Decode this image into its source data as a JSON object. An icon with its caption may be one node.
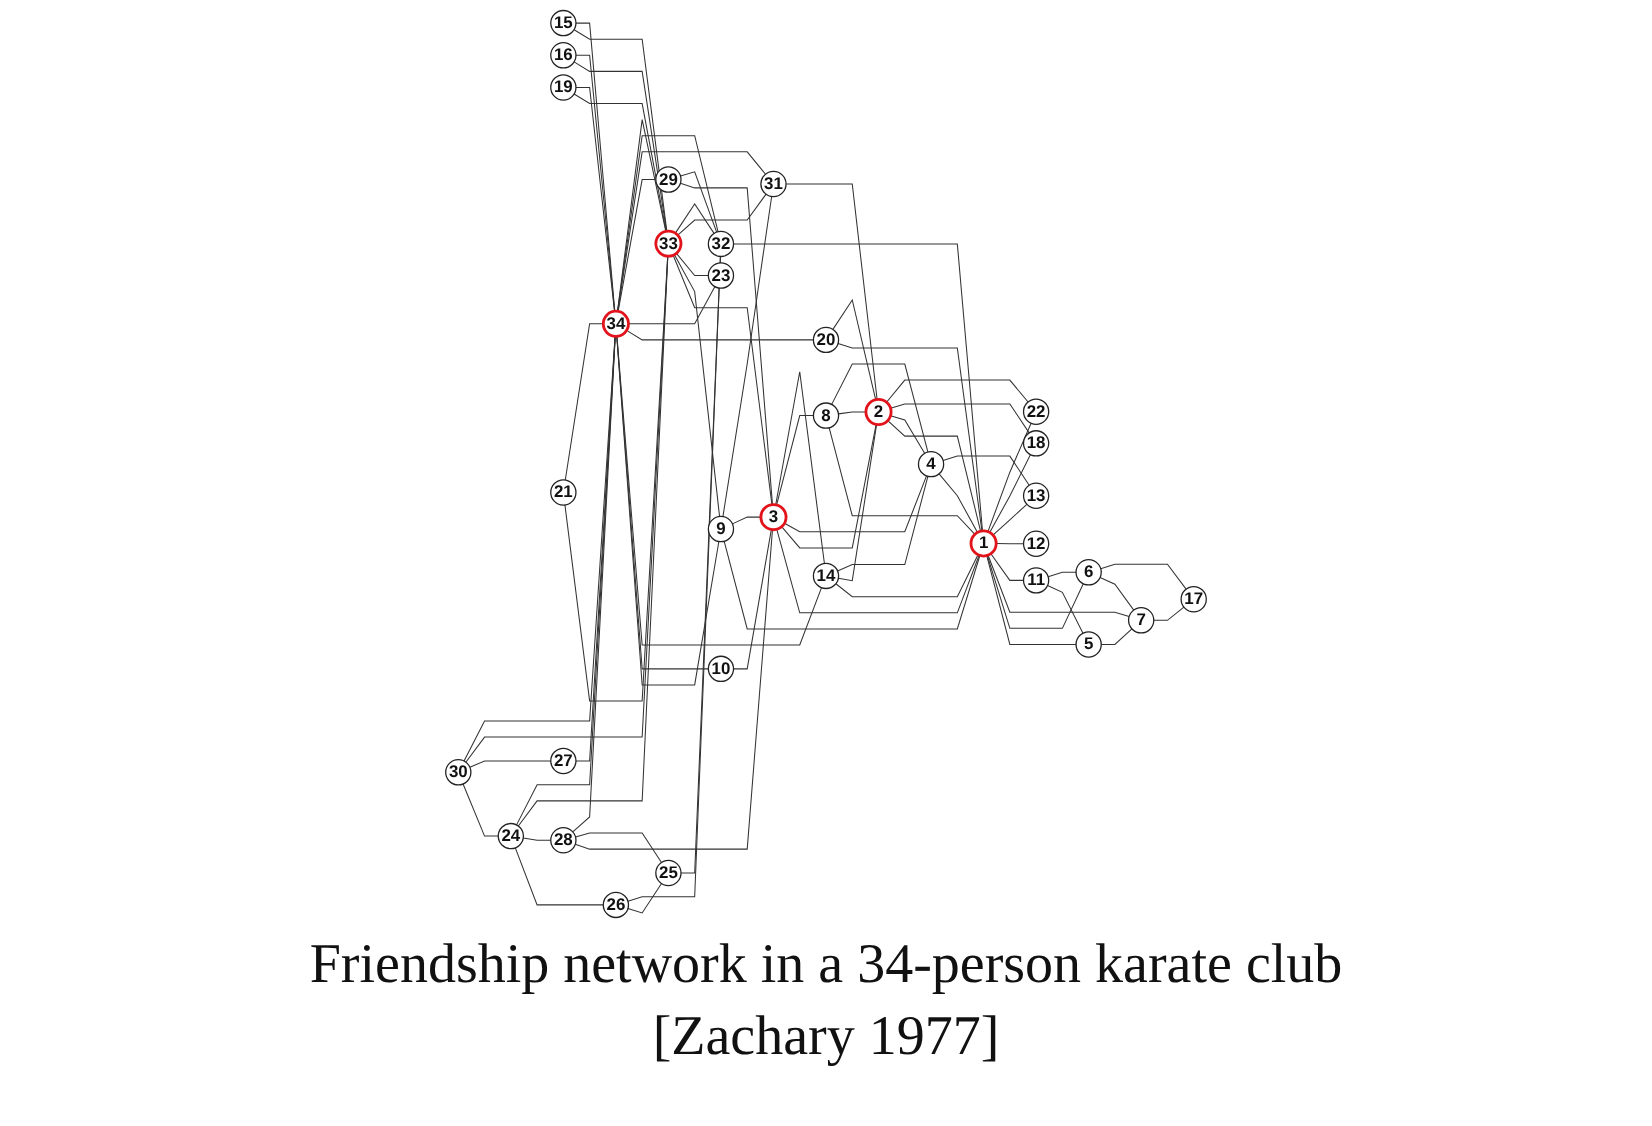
{
  "diagram": {
    "caption": "Friendship network in a 34-person karate club [Zachary 1977]",
    "nodes": [
      {
        "text": [
          "1"
        ]
      },
      {
        "text": [
          "2"
        ]
      },
      {
        "text": [
          "3"
        ]
      },
      {
        "text": [
          "4"
        ]
      },
      {
        "text": [
          "5"
        ]
      },
      {
        "text": [
          "6"
        ]
      },
      {
        "text": [
          "7"
        ]
      },
      {
        "text": [
          "8"
        ]
      },
      {
        "text": [
          "9"
        ]
      },
      {
        "text": [
          "10"
        ]
      },
      {
        "text": [
          "11"
        ]
      },
      {
        "text": [
          "12"
        ]
      },
      {
        "text": [
          "13"
        ]
      },
      {
        "text": [
          "14"
        ]
      },
      {
        "text": [
          "15"
        ]
      },
      {
        "text": [
          "16"
        ]
      },
      {
        "text": [
          "17"
        ]
      },
      {
        "text": [
          "18"
        ]
      },
      {
        "text": [
          "19"
        ]
      },
      {
        "text": [
          "20"
        ]
      },
      {
        "text": [
          "21"
        ]
      },
      {
        "text": [
          "22"
        ]
      },
      {
        "text": [
          "23"
        ]
      },
      {
        "text": [
          "24"
        ]
      },
      {
        "text": [
          "25"
        ]
      },
      {
        "text": [
          "26"
        ]
      },
      {
        "text": [
          "27"
        ]
      },
      {
        "text": [
          "28"
        ]
      },
      {
        "text": [
          "29"
        ]
      },
      {
        "text": [
          "30"
        ]
      },
      {
        "text": [
          "31"
        ]
      },
      {
        "text": [
          "32"
        ]
      },
      {
        "text": [
          "33"
        ]
      },
      {
        "text": [
          "34"
        ]
      }
    ],
    "edges": [
      {
        "from": 1,
        "to": 0,
        "arrow": "none"
      },
      {
        "from": 2,
        "to": 0,
        "arrow": "none"
      },
      {
        "from": 3,
        "to": 0,
        "arrow": "none"
      },
      {
        "from": 0,
        "to": 4,
        "arrow": "none"
      },
      {
        "from": 0,
        "to": 5,
        "arrow": "none"
      },
      {
        "from": 0,
        "to": 6,
        "arrow": "none"
      },
      {
        "from": 7,
        "to": 0,
        "arrow": "none"
      },
      {
        "from": 8,
        "to": 0,
        "arrow": "none"
      },
      {
        "from": 0,
        "to": 10,
        "arrow": "none"
      },
      {
        "from": 0,
        "to": 11,
        "arrow": "none"
      },
      {
        "from": 0,
        "to": 12,
        "arrow": "none"
      },
      {
        "from": 13,
        "to": 0,
        "arrow": "none"
      },
      {
        "from": 0,
        "to": 17,
        "arrow": "none"
      },
      {
        "from": 19,
        "to": 0,
        "arrow": "none"
      },
      {
        "from": 0,
        "to": 21,
        "arrow": "none"
      },
      {
        "from": 31,
        "to": 0,
        "arrow": "none"
      },
      {
        "from": 2,
        "to": 1,
        "arrow": "none"
      },
      {
        "from": 1,
        "to": 3,
        "arrow": "none"
      },
      {
        "from": 7,
        "to": 1,
        "arrow": "none"
      },
      {
        "from": 13,
        "to": 1,
        "arrow": "none"
      },
      {
        "from": 1,
        "to": 17,
        "arrow": "none"
      },
      {
        "from": 19,
        "to": 1,
        "arrow": "none"
      },
      {
        "from": 1,
        "to": 21,
        "arrow": "none"
      },
      {
        "from": 30,
        "to": 1,
        "arrow": "none"
      },
      {
        "from": 2,
        "to": 3,
        "arrow": "none"
      },
      {
        "from": 2,
        "to": 7,
        "arrow": "none"
      },
      {
        "from": 8,
        "to": 2,
        "arrow": "none"
      },
      {
        "from": 9,
        "to": 2,
        "arrow": "none"
      },
      {
        "from": 2,
        "to": 13,
        "arrow": "none"
      },
      {
        "from": 27,
        "to": 2,
        "arrow": "none"
      },
      {
        "from": 28,
        "to": 2,
        "arrow": "none"
      },
      {
        "from": 32,
        "to": 2,
        "arrow": "none"
      },
      {
        "from": 7,
        "to": 3,
        "arrow": "none"
      },
      {
        "from": 3,
        "to": 12,
        "arrow": "none"
      },
      {
        "from": 13,
        "to": 3,
        "arrow": "none"
      },
      {
        "from": 4,
        "to": 6,
        "arrow": "none"
      },
      {
        "from": 10,
        "to": 4,
        "arrow": "none"
      },
      {
        "from": 5,
        "to": 6,
        "arrow": "none"
      },
      {
        "from": 10,
        "to": 5,
        "arrow": "none"
      },
      {
        "from": 5,
        "to": 16,
        "arrow": "none"
      },
      {
        "from": 6,
        "to": 16,
        "arrow": "none"
      },
      {
        "from": 8,
        "to": 30,
        "arrow": "none"
      },
      {
        "from": 32,
        "to": 8,
        "arrow": "none"
      },
      {
        "from": 33,
        "to": 8,
        "arrow": "none"
      },
      {
        "from": 33,
        "to": 9,
        "arrow": "none"
      },
      {
        "from": 33,
        "to": 13,
        "arrow": "none"
      },
      {
        "from": 14,
        "to": 32,
        "arrow": "none"
      },
      {
        "from": 14,
        "to": 33,
        "arrow": "none"
      },
      {
        "from": 15,
        "to": 32,
        "arrow": "none"
      },
      {
        "from": 15,
        "to": 33,
        "arrow": "none"
      },
      {
        "from": 18,
        "to": 32,
        "arrow": "none"
      },
      {
        "from": 18,
        "to": 33,
        "arrow": "none"
      },
      {
        "from": 33,
        "to": 19,
        "arrow": "none"
      },
      {
        "from": 20,
        "to": 32,
        "arrow": "none"
      },
      {
        "from": 20,
        "to": 33,
        "arrow": "none"
      },
      {
        "from": 32,
        "to": 22,
        "arrow": "none"
      },
      {
        "from": 33,
        "to": 22,
        "arrow": "none"
      },
      {
        "from": 23,
        "to": 25,
        "arrow": "none"
      },
      {
        "from": 23,
        "to": 27,
        "arrow": "none"
      },
      {
        "from": 29,
        "to": 23,
        "arrow": "none"
      },
      {
        "from": 23,
        "to": 32,
        "arrow": "none"
      },
      {
        "from": 23,
        "to": 33,
        "arrow": "none"
      },
      {
        "from": 25,
        "to": 24,
        "arrow": "none"
      },
      {
        "from": 27,
        "to": 24,
        "arrow": "none"
      },
      {
        "from": 24,
        "to": 31,
        "arrow": "none"
      },
      {
        "from": 25,
        "to": 31,
        "arrow": "none"
      },
      {
        "from": 29,
        "to": 26,
        "arrow": "none"
      },
      {
        "from": 26,
        "to": 33,
        "arrow": "none"
      },
      {
        "from": 27,
        "to": 33,
        "arrow": "none"
      },
      {
        "from": 28,
        "to": 31,
        "arrow": "none"
      },
      {
        "from": 33,
        "to": 28,
        "arrow": "none"
      },
      {
        "from": 29,
        "to": 32,
        "arrow": "none"
      },
      {
        "from": 29,
        "to": 33,
        "arrow": "none"
      },
      {
        "from": 32,
        "to": 30,
        "arrow": "none"
      },
      {
        "from": 33,
        "to": 30,
        "arrow": "none"
      },
      {
        "from": 32,
        "to": 31,
        "arrow": "none"
      },
      {
        "from": 33,
        "to": 31,
        "arrow": "none"
      },
      {
        "from": 33,
        "to": 32,
        "arrow": "none"
      }
    ]
  }
}
